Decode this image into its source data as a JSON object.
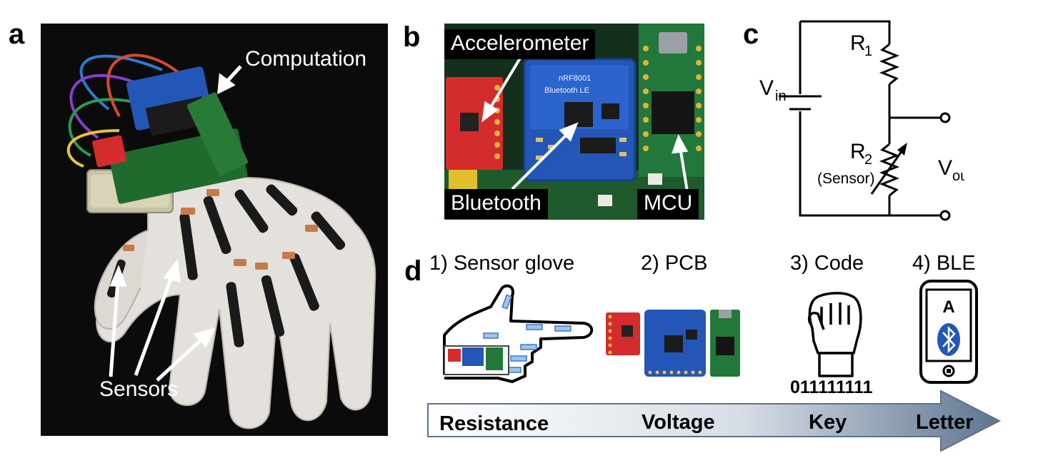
{
  "panels": {
    "a": {
      "letter": "a",
      "labels": {
        "computation": "Computation",
        "sensors": "Sensors"
      }
    },
    "b": {
      "letter": "b",
      "labels": {
        "accelerometer": "Accelerometer",
        "bluetooth": "Bluetooth",
        "mcu": "MCU",
        "module_text_1": "nRF8001",
        "module_text_2": "Bluetooth LE"
      }
    },
    "c": {
      "letter": "c",
      "vin": "V",
      "vin_sub": "in",
      "r1": "R",
      "r1_sub": "1",
      "r2": "R",
      "r2_sub": "2",
      "sensor": "(Sensor)",
      "vout": "V",
      "vout_sub": "out"
    },
    "d": {
      "letter": "d",
      "steps": [
        "1) Sensor glove",
        "2) PCB",
        "3) Code",
        "4) BLE"
      ],
      "code_value": "011111111",
      "phone_letter": "A",
      "arrow_labels": [
        "Resistance",
        "Voltage",
        "Key",
        "Letter"
      ]
    }
  },
  "colors": {
    "photo_background": "#0b0b0b",
    "glove": "#e4e1dc",
    "sensor_strip": "#1a1a1a",
    "copper": "#c77a4a",
    "pcb_green": "#1f6b2e",
    "ble_blue": "#2456b8",
    "accel_red": "#d42c2c",
    "arrow_gradient_start": "#ffffff",
    "arrow_gradient_end": "#5e7590"
  }
}
